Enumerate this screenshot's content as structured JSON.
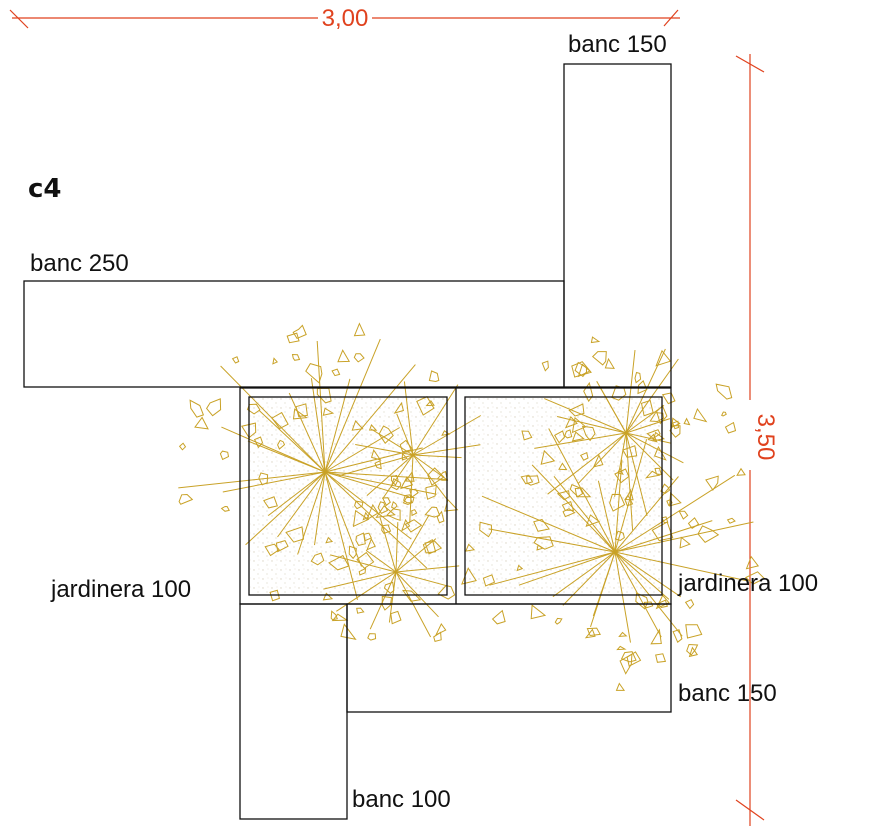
{
  "plan": {
    "title": "c4",
    "labels": {
      "banc_250": "banc 250",
      "banc_150_top": "banc 150",
      "banc_150_bottom": "banc 150",
      "banc_100": "banc 100",
      "jardinera_left": "jardinera 100",
      "jardinera_right": "jardinera 100"
    },
    "dimensions": {
      "width": "3,00",
      "height": "3,50"
    }
  },
  "colors": {
    "outline": "#111111",
    "dimension": "#e0421e",
    "vegetation": "#c9a227",
    "soil": "#d9d3c4"
  }
}
